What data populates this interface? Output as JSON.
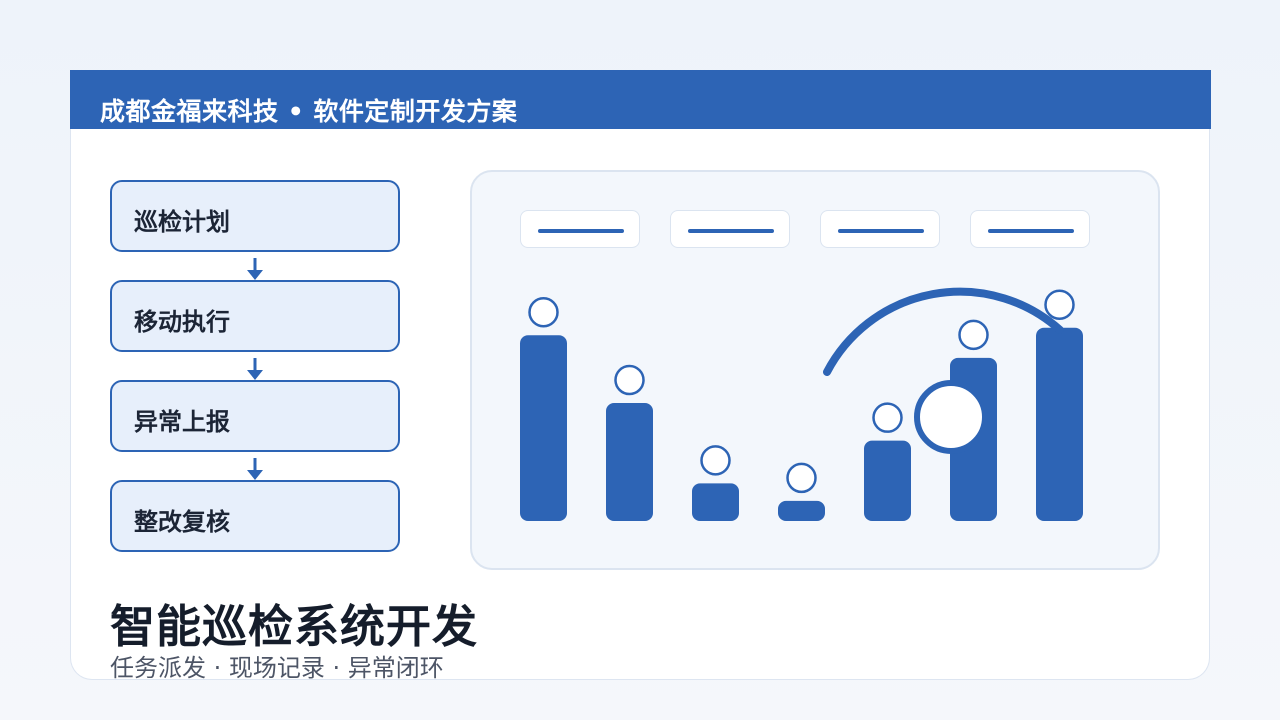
{
  "header": {
    "title": "成都金福来科技 • 软件定制开发方案"
  },
  "flow": {
    "steps": [
      {
        "label": "巡检计划"
      },
      {
        "label": "移动执行"
      },
      {
        "label": "异常上报"
      },
      {
        "label": "整改复核"
      }
    ],
    "arrow_icon": "arrow-down-icon"
  },
  "illustration": {
    "legend_pill_count": 4,
    "bar_levels_relative": [
      0.74,
      0.47,
      0.15,
      0.08,
      0.32,
      0.65,
      0.77
    ],
    "marker_icon": "person-icon",
    "arc_icon": "progress-arc-icon",
    "magnifier_icon": "circle-lens-icon",
    "accent_color": "#2d64b5"
  },
  "main": {
    "title": "智能巡检系统开发",
    "subtitle": "任务派发 · 现场记录 · 异常闭环"
  },
  "colors": {
    "brand": "#2d64b5",
    "step_fill": "#e7effb",
    "text_dark": "#151d2b"
  }
}
